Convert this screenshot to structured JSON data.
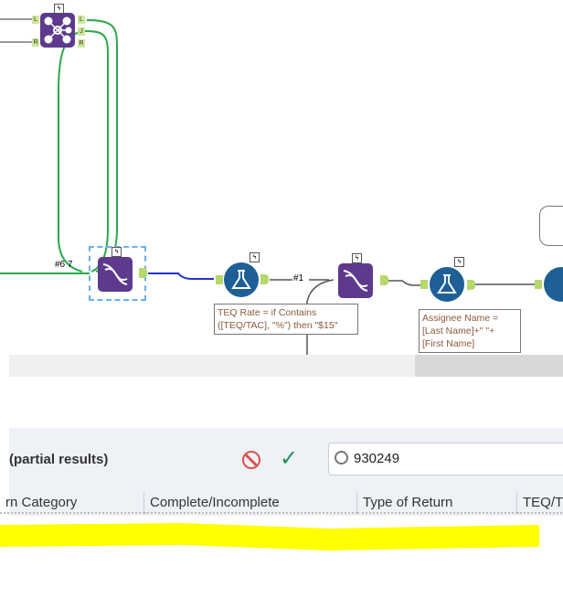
{
  "canvas": {
    "join_tool": {
      "anchors_in": [
        "L",
        "R"
      ],
      "anchors_out": [
        "L",
        "J",
        "R"
      ]
    },
    "connection_labels": [
      "#6 7",
      "#1"
    ],
    "annotations": [
      "TEQ Rate = if Contains ([TEQ/TAC], \"%\") then \"$15\"",
      "Assignee Name = [Last Name]+\" \"+ [First Name]"
    ]
  },
  "results": {
    "title": "(partial results)",
    "search_value": "930249",
    "columns": [
      "rn Category",
      "Complete/Incomplete",
      "Type of Return",
      "TEQ/T"
    ]
  },
  "colors": {
    "accent_purple": "#5d3a8e",
    "accent_blue": "#1d5f96",
    "anchor_green": "#b5d96a",
    "highlight": "#ffff00"
  }
}
